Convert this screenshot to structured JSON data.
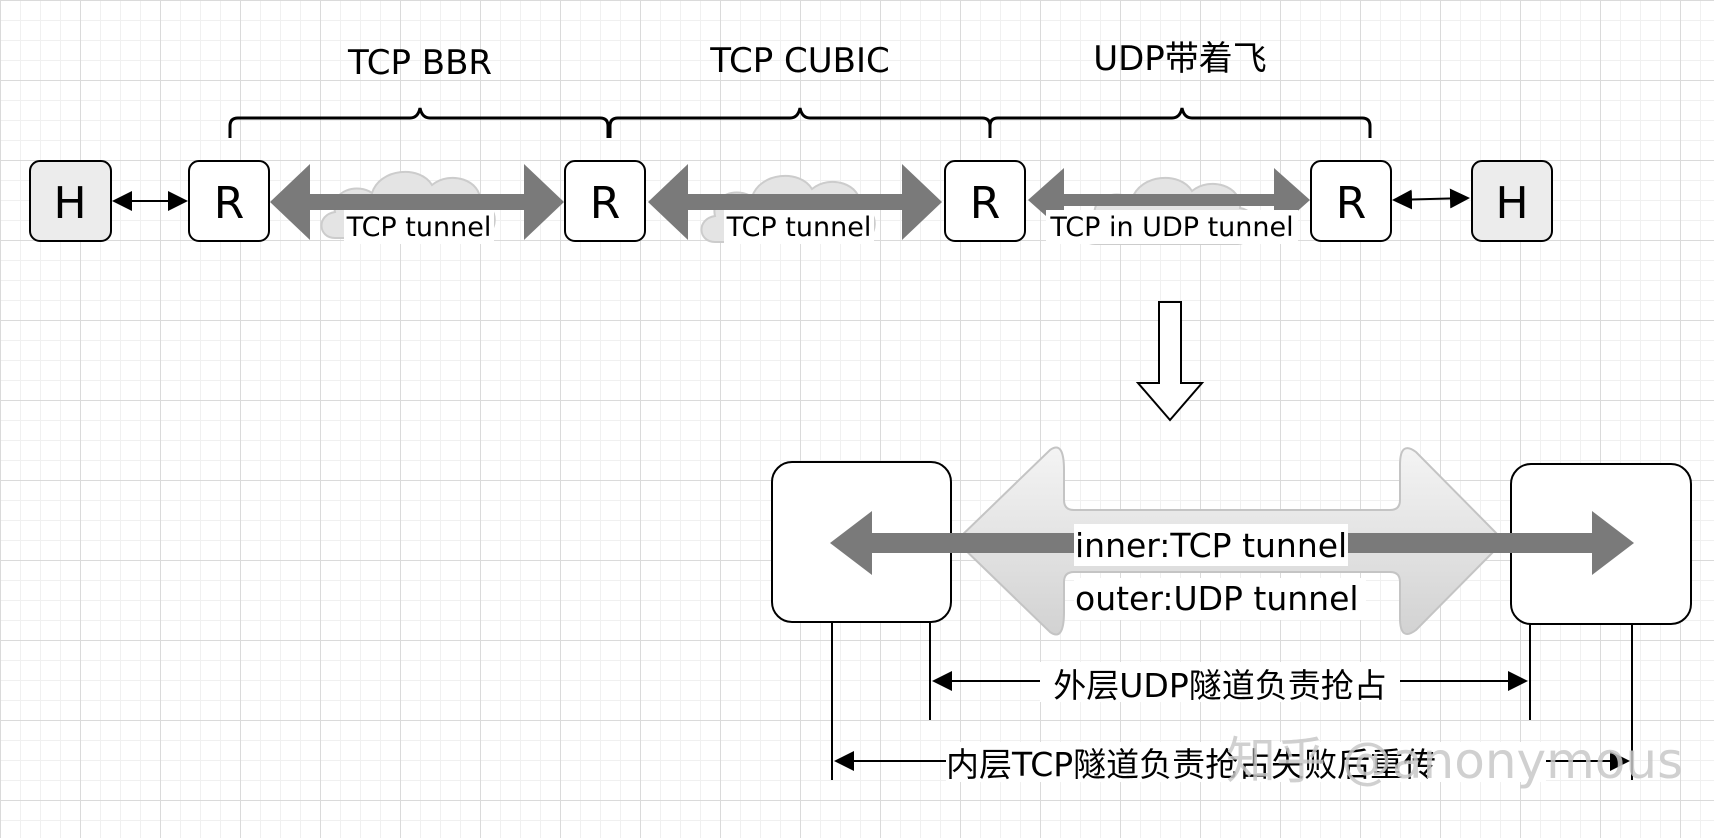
{
  "segments": [
    {
      "protocol": "TCP BBR",
      "tunnel": "TCP tunnel"
    },
    {
      "protocol": "TCP CUBIC",
      "tunnel": "TCP tunnel"
    },
    {
      "protocol": "UDP带着飞",
      "tunnel": "TCP in UDP tunnel"
    }
  ],
  "nodes": {
    "host": "H",
    "router": "R"
  },
  "detail": {
    "inner": "inner:TCP tunnel",
    "outer": "outer:UDP tunnel"
  },
  "annotations": {
    "outer_role": "外层UDP隧道负责抢占",
    "inner_role": "内层TCP隧道负责抢占失败后重传"
  },
  "watermark": "知乎 @anonymous",
  "colors": {
    "host_fill": "#ececec",
    "router_fill": "#ffffff",
    "arrow_dark": "#7a7a7a",
    "cloud_fill": "#e4e4e4",
    "outer_arrow_fill": "#dcdcdc"
  }
}
